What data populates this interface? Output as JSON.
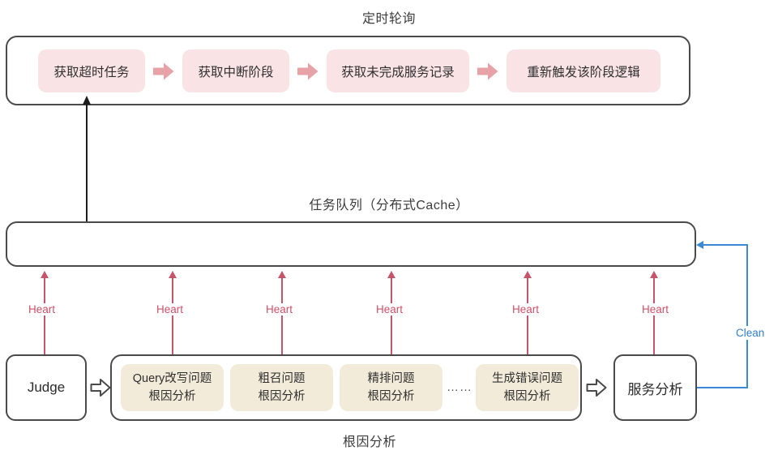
{
  "diagram": {
    "title_top": "定时轮询",
    "title_middle": "任务队列（分布式Cache）",
    "caption_bottom": "根因分析",
    "colors": {
      "chip_pink_fill": "#fae3e4",
      "chip_cream_fill": "#f3ebd9",
      "arrow_pink": "#e6a2a6",
      "heart_red": "#cf5068",
      "clean_blue": "#3b8bd4",
      "shell_border": "#4a4a4a"
    },
    "polling_steps": [
      {
        "label": "获取超时任务"
      },
      {
        "label": "获取中断阶段"
      },
      {
        "label": "获取未完成服务记录"
      },
      {
        "label": "重新触发该阶段逻辑"
      }
    ],
    "step_arrow_icon": "right-block-arrow-icon",
    "judge": {
      "label": "Judge"
    },
    "service_analysis": {
      "label": "服务分析"
    },
    "analysis_cards": [
      {
        "line1": "Query改写问题",
        "line2": "根因分析"
      },
      {
        "line1": "粗召问题",
        "line2": "根因分析"
      },
      {
        "line1": "精排问题",
        "line2": "根因分析"
      },
      {
        "line1": "生成错误问题",
        "line2": "根因分析"
      }
    ],
    "ellipsis": "……",
    "heartbeats": [
      {
        "label": "Heart"
      },
      {
        "label": "Heart"
      },
      {
        "label": "Heart"
      },
      {
        "label": "Heart"
      },
      {
        "label": "Heart"
      },
      {
        "label": "Heart"
      }
    ],
    "clean_edge": {
      "label": "Clean"
    }
  }
}
